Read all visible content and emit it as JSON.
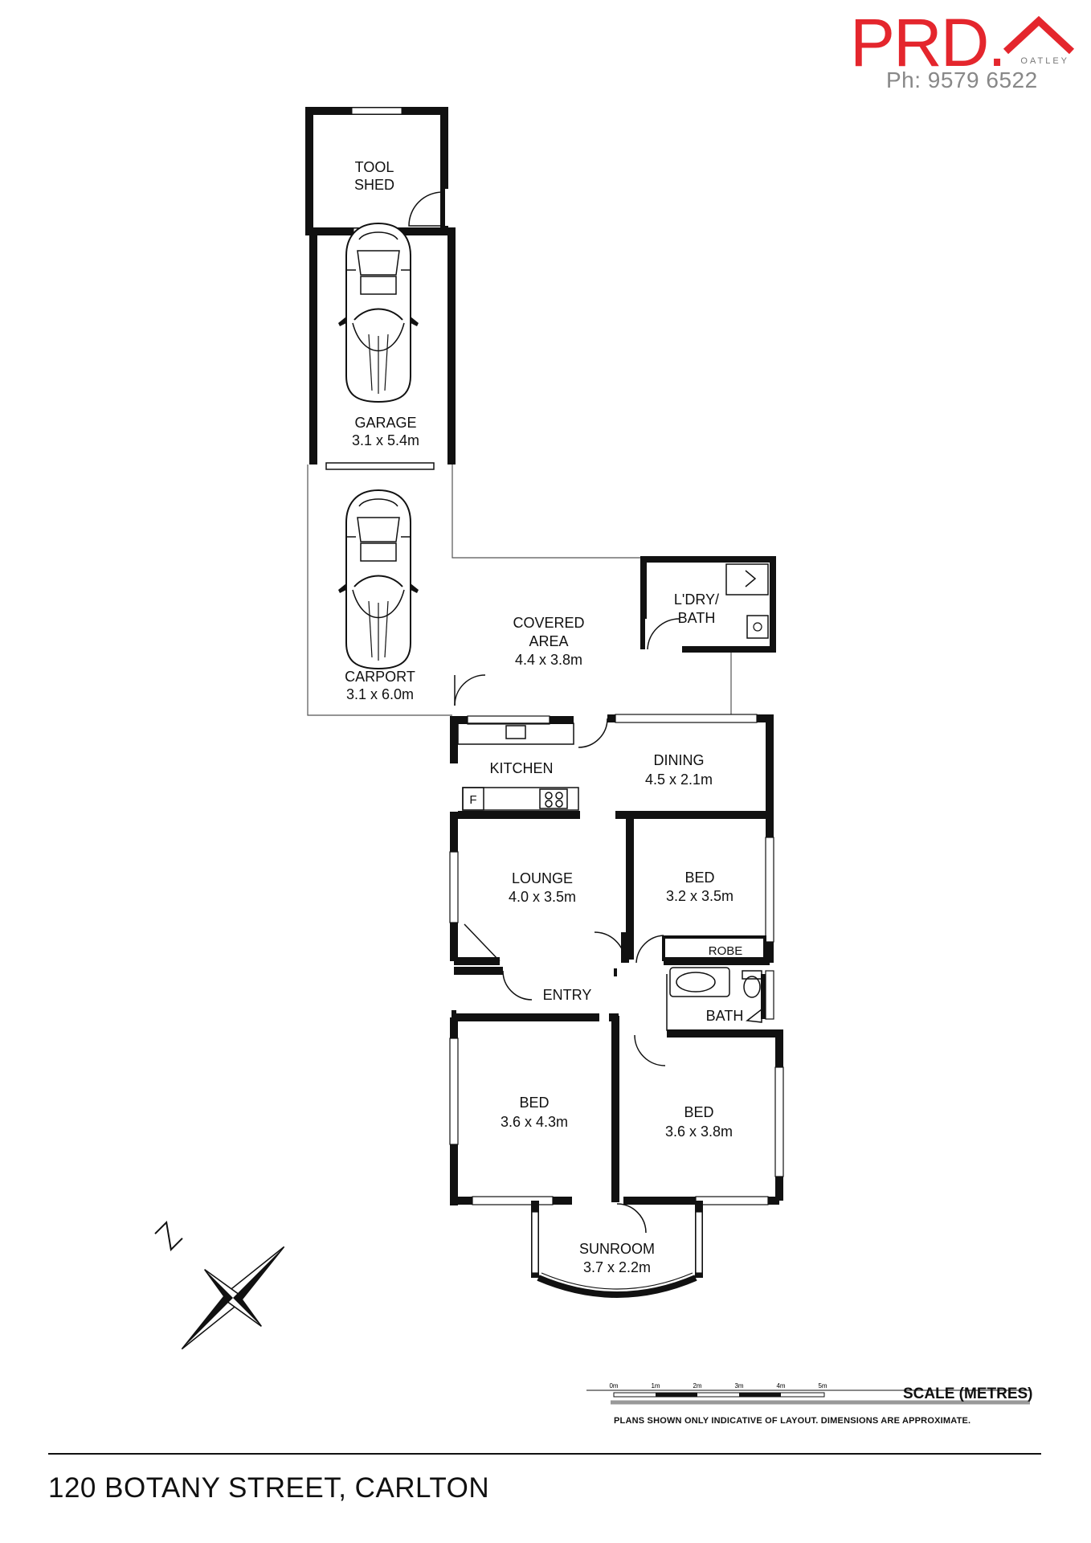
{
  "brand": {
    "logo_text": "PRD.",
    "logo_sub": "OATLEY",
    "phone": "Ph: 9579 6522",
    "accent_color": "#e4262d"
  },
  "rooms": {
    "tool_shed": {
      "name_line1": "TOOL",
      "name_line2": "SHED"
    },
    "garage": {
      "name": "GARAGE",
      "dims": "3.1 x 5.4m"
    },
    "carport": {
      "name": "CARPORT",
      "dims": "3.1 x 6.0m"
    },
    "covered_area": {
      "name_line1": "COVERED",
      "name_line2": "AREA",
      "dims": "4.4 x 3.8m"
    },
    "laundry_bath": {
      "name_line1": "L'DRY/",
      "name_line2": "BATH"
    },
    "kitchen": {
      "name": "KITCHEN",
      "fridge": "F"
    },
    "dining": {
      "name": "DINING",
      "dims": "4.5 x 2.1m"
    },
    "lounge": {
      "name": "LOUNGE",
      "dims": "4.0 x 3.5m"
    },
    "bed_1": {
      "name": "BED",
      "dims": "3.2 x 3.5m"
    },
    "robe": {
      "name": "ROBE"
    },
    "entry": {
      "name": "ENTRY"
    },
    "bath": {
      "name": "BATH"
    },
    "bed_2": {
      "name": "BED",
      "dims": "3.6 x 4.3m"
    },
    "bed_3": {
      "name": "BED",
      "dims": "3.6 x 3.8m"
    },
    "sunroom": {
      "name": "SUNROOM",
      "dims": "3.7 x 2.2m"
    }
  },
  "scale": {
    "title": "SCALE (METRES)",
    "ticks": [
      "0m",
      "1m",
      "2m",
      "3m",
      "4m",
      "5m"
    ]
  },
  "disclaimer": "PLANS SHOWN ONLY INDICATIVE OF LAYOUT.  DIMENSIONS ARE APPROXIMATE.",
  "address": "120 BOTANY STREET, CARLTON"
}
